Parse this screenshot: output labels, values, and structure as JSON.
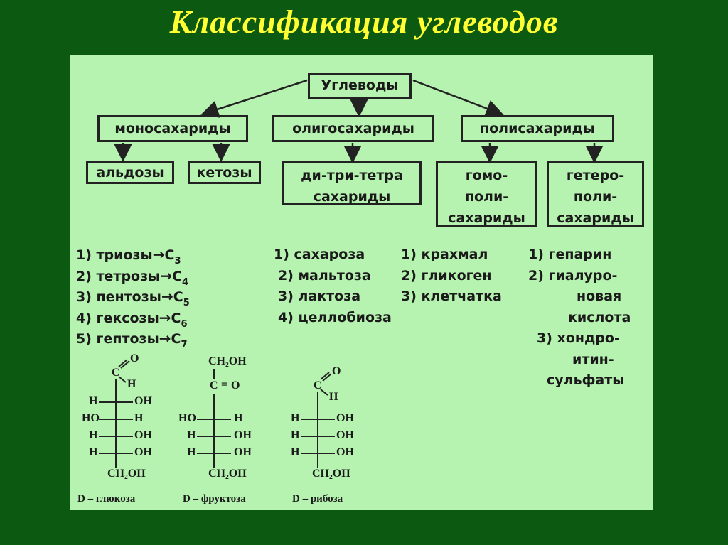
{
  "title": "Классификация углеводов",
  "tree": {
    "root": "Углеводы",
    "mono": "моносахариды",
    "oligo": "олигосахариды",
    "poly": "полисахариды",
    "aldoses": "альдозы",
    "ketoses": "кетозы",
    "oligo_sub": [
      "ди-три-тетра",
      "сахариды"
    ],
    "homo": [
      "гомо-",
      "поли-",
      "сахариды"
    ],
    "hetero": [
      "гетеро-",
      "поли-",
      "сахариды"
    ]
  },
  "mono_list": [
    {
      "num": "1)",
      "name": "триозы",
      "c": "C",
      "sub": "3"
    },
    {
      "num": "2)",
      "name": "тетрозы",
      "c": "C",
      "sub": "4"
    },
    {
      "num": "3)",
      "name": "пентозы",
      "c": "C",
      "sub": "5"
    },
    {
      "num": "4)",
      "name": "гексозы",
      "c": "C",
      "sub": "6"
    },
    {
      "num": "5)",
      "name": "гептозы",
      "c": "C",
      "sub": "7"
    }
  ],
  "arrow": "→",
  "oligo_list": [
    "1) сахароза",
    "2) мальтоза",
    "3) лактоза",
    "4) целлобиоза"
  ],
  "homo_list": [
    "1) крахмал",
    "2) гликоген",
    "3) клетчатка"
  ],
  "hetero_list": [
    "1) гепарин",
    "2) гиалуро-",
    "новая",
    "кислота",
    "3) хондро-",
    "итин-",
    "сульфаты"
  ],
  "formulas": {
    "glucose": {
      "top_o": "O",
      "top_c": "C",
      "top_h": "H",
      "rows": [
        [
          "H",
          "OH"
        ],
        [
          "HO",
          "H"
        ],
        [
          "H",
          "OH"
        ],
        [
          "H",
          "OH"
        ]
      ],
      "bottom": "CH₂OH",
      "caption": "D – глюкоза"
    },
    "fructose": {
      "top": "CH₂OH",
      "keto_c": "C",
      "keto_eq": "=",
      "keto_o": "O",
      "rows": [
        [
          "HO",
          "H"
        ],
        [
          "H",
          "OH"
        ],
        [
          "H",
          "OH"
        ]
      ],
      "bottom": "CH₂OH",
      "caption": "D – фруктоза"
    },
    "ribose": {
      "top_o": "O",
      "top_c": "C",
      "top_h": "H",
      "rows": [
        [
          "H",
          "OH"
        ],
        [
          "H",
          "OH"
        ],
        [
          "H",
          "OH"
        ]
      ],
      "bottom": "CH₂OH",
      "caption": "D – рибоза"
    }
  }
}
